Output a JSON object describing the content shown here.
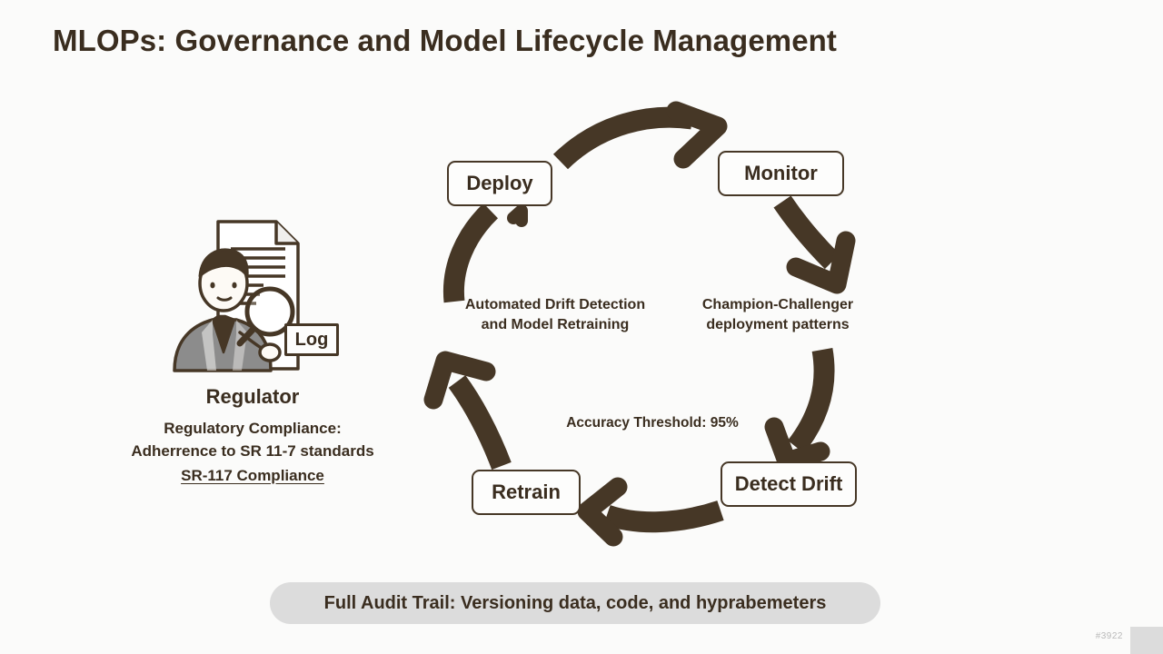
{
  "slide": {
    "title": "MLOPs: Governance and Model Lifecycle Management",
    "background_color": "#fbfbfa",
    "accent_color": "#463726",
    "text_color": "#3a2d1f"
  },
  "regulator": {
    "illustration_icon": "regulator-with-magnifier-and-document-icon",
    "log_label": "Log",
    "name": "Regulator",
    "description_line_1": "Regulatory Compliance:",
    "description_line_2": "Adherrence to SR 11-7 standards",
    "compliance_link": "SR-117 Compliance"
  },
  "lifecycle": {
    "nodes": [
      {
        "id": "deploy",
        "label": "Deploy"
      },
      {
        "id": "monitor",
        "label": "Monitor"
      },
      {
        "id": "detect-drift",
        "label": "Detect Drift"
      },
      {
        "id": "retrain",
        "label": "Retrain"
      }
    ],
    "notes": [
      {
        "id": "drift",
        "line_1": "Automated Drift Detection",
        "line_2": "and Model Retraining"
      },
      {
        "id": "champion",
        "line_1": "Champion-Challenger",
        "line_2": "deployment patterns"
      }
    ],
    "accuracy_threshold": "Accuracy Threshold: 95%",
    "arrow_color": "#463726"
  },
  "audit": {
    "banner_text": "Full Audit Trail: Versioning data, code, and hyprabemeters",
    "banner_color": "#dcdcdc"
  },
  "watermark": {
    "code": "#3922"
  }
}
